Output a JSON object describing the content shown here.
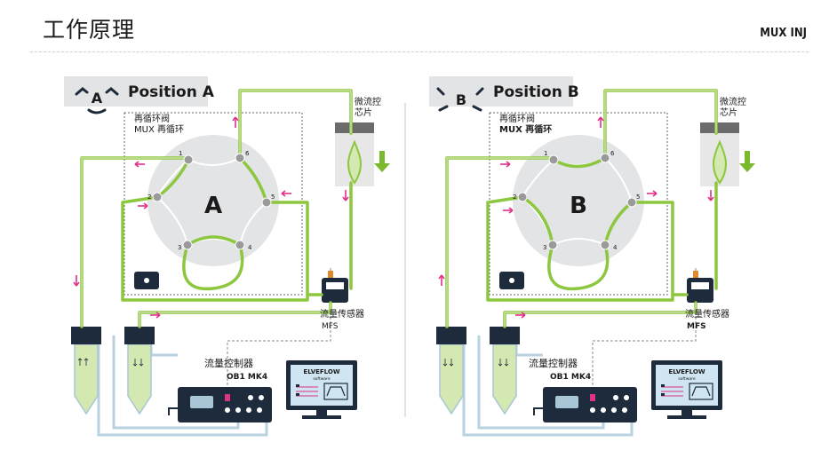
{
  "header": {
    "title": "工作原理",
    "tag": "MUX INJ"
  },
  "panel_a": {
    "position_title": "Position A",
    "badge_letter": "A",
    "valve_letter": "A",
    "valve_label_1": "再循环阀",
    "valve_label_2": "MUX 再循环",
    "chip_label_1": "微流控",
    "chip_label_2": "芯片",
    "sensor_label_1": "流量传感器",
    "sensor_label_2": "MFS",
    "controller_label_1": "流量控制器",
    "controller_label_2": "OB1 MK4",
    "screen_brand": "ELVEFLOW",
    "screen_sub": "software",
    "ports": [
      "1",
      "2",
      "3",
      "4",
      "5",
      "6"
    ]
  },
  "panel_b": {
    "position_title": "Position B",
    "badge_letter": "B",
    "valve_letter": "B",
    "valve_label_1": "再循环阀",
    "valve_label_2": "MUX 再循环",
    "chip_label_1": "微流控",
    "chip_label_2": "芯片",
    "sensor_label_1": "流量传感器",
    "sensor_label_2": "MFS",
    "controller_label_1": "流量控制器",
    "controller_label_2": "OB1 MK4",
    "screen_brand": "ELVEFLOW",
    "screen_sub": "software",
    "ports": [
      "1",
      "2",
      "3",
      "4",
      "5",
      "6"
    ]
  },
  "colors": {
    "tube_green": "#8dc63f",
    "tube_fill": "#d4e8b2",
    "arrow_pink": "#e0308a",
    "arrow_green": "#7ab82e",
    "dark_navy": "#1e2b3c",
    "valve_disc": "#e3e4e6",
    "tube_blue": "#a9c6d6",
    "port_gray": "#9a9a9a"
  }
}
